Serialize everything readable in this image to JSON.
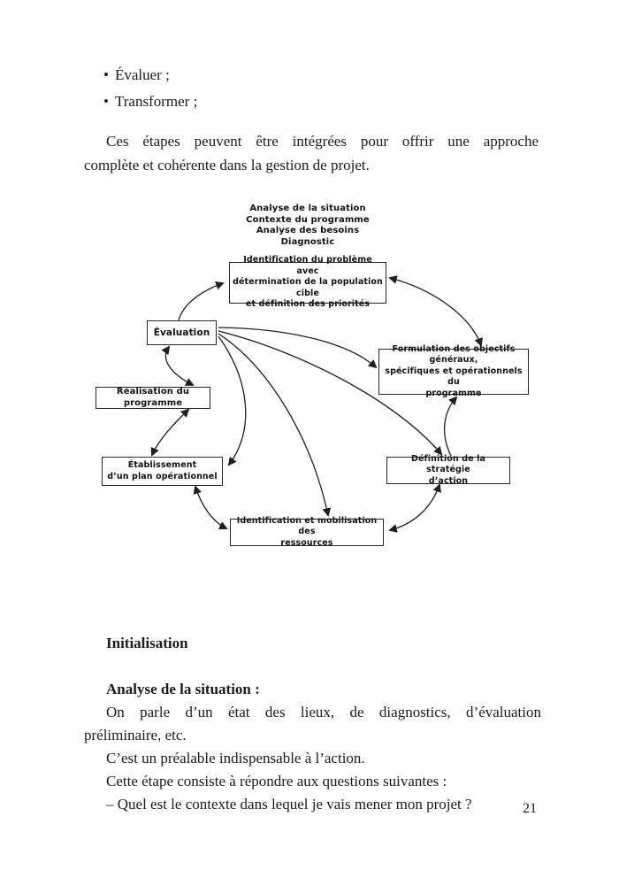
{
  "bullets": {
    "glyph": "•",
    "items": [
      "Évaluer ;",
      "Transformer ;"
    ]
  },
  "intro": {
    "line1": "Ces étapes peuvent être intégrées pour offrir une approche",
    "line2": "complète et cohérente dans la gestion de projet."
  },
  "diagram": {
    "header": {
      "lines": [
        "Analyse de la situation",
        "Contexte du programme",
        "Analyse des besoins",
        "Diagnostic"
      ]
    },
    "boxes": {
      "identification": {
        "lines": [
          "Identification du problème avec",
          "détermination de la population cible",
          "et définition des priorités"
        ]
      },
      "evaluation": {
        "label": "Évaluation"
      },
      "formulation": {
        "lines": [
          "Formulation des objectifs généraux,",
          "spécifiques et opérationnels du",
          "programme"
        ]
      },
      "realisation": {
        "label": "Réalisation du programme"
      },
      "etablissement": {
        "lines": [
          "Établissement",
          "d’un plan opérationnel"
        ]
      },
      "definition": {
        "lines": [
          "Définition de la stratégie",
          "d’action"
        ]
      },
      "ressources": {
        "lines": [
          "Identification et mobilisation des",
          "ressources"
        ]
      }
    }
  },
  "sections": {
    "initialisation_title": "Initialisation",
    "analyse_title": "Analyse de la situation :",
    "p1_line1": "On parle d’un état des lieux, de diagnostics, d’évaluation",
    "p1_line2": "préliminaire, etc.",
    "p2": "C’est un préalable indispensable à l’action.",
    "p3": "Cette étape consiste à répondre aux questions suivantes :",
    "p4": "– Quel est le contexte dans lequel je vais mener mon projet ?"
  },
  "footer": {
    "page_number": "21"
  }
}
